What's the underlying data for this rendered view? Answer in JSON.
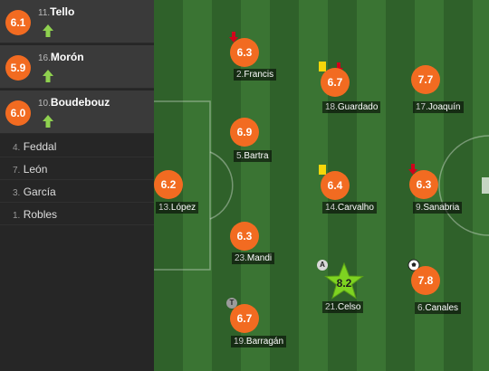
{
  "bench": {
    "subs": [
      {
        "number": "11.",
        "name": "Tello",
        "rating": "6.1"
      },
      {
        "number": "16.",
        "name": "Morón",
        "rating": "5.9"
      },
      {
        "number": "10.",
        "name": "Boudebouz",
        "rating": "6.0"
      }
    ],
    "unused": [
      {
        "number": "4.",
        "name": "Feddal"
      },
      {
        "number": "7.",
        "name": "León"
      },
      {
        "number": "3.",
        "name": "García"
      },
      {
        "number": "1.",
        "name": "Robles"
      }
    ]
  },
  "pitch": {
    "players": [
      {
        "id": "lopez",
        "number": "13.",
        "name": "López",
        "rating": "6.2"
      },
      {
        "id": "francis",
        "number": "2.",
        "name": "Francis",
        "rating": "6.3",
        "subbed_off": true
      },
      {
        "id": "bartra",
        "number": "5.",
        "name": "Bartra",
        "rating": "6.9"
      },
      {
        "id": "mandi",
        "number": "23.",
        "name": "Mandi",
        "rating": "6.3"
      },
      {
        "id": "barragan",
        "number": "19.",
        "name": "Barragán",
        "rating": "6.7"
      },
      {
        "id": "guardado",
        "number": "18.",
        "name": "Guardado",
        "rating": "6.7",
        "yellow_card": true,
        "subbed_off": true
      },
      {
        "id": "carvalho",
        "number": "14.",
        "name": "Carvalho",
        "rating": "6.4",
        "yellow_card": true
      },
      {
        "id": "celso",
        "number": "21.",
        "name": "Celso",
        "rating": "8.2",
        "man_of_match": true,
        "assist_badge": "A"
      },
      {
        "id": "joaquin",
        "number": "17.",
        "name": "Joaquín",
        "rating": "7.7"
      },
      {
        "id": "sanabria",
        "number": "9.",
        "name": "Sanabria",
        "rating": "6.3",
        "subbed_off": true
      },
      {
        "id": "canales",
        "number": "6.",
        "name": "Canales",
        "rating": "7.8",
        "goal": true
      }
    ],
    "badges": {
      "assist": "A",
      "tackle": "T"
    }
  },
  "colors": {
    "rating": "#f26b21",
    "motm": "#7ed321",
    "pitch_dark": "#2f612a",
    "pitch_light": "#3a7433",
    "yellow": "#f5d60a",
    "sub_off": "#d0021b",
    "sub_on": "#8fd14f"
  }
}
